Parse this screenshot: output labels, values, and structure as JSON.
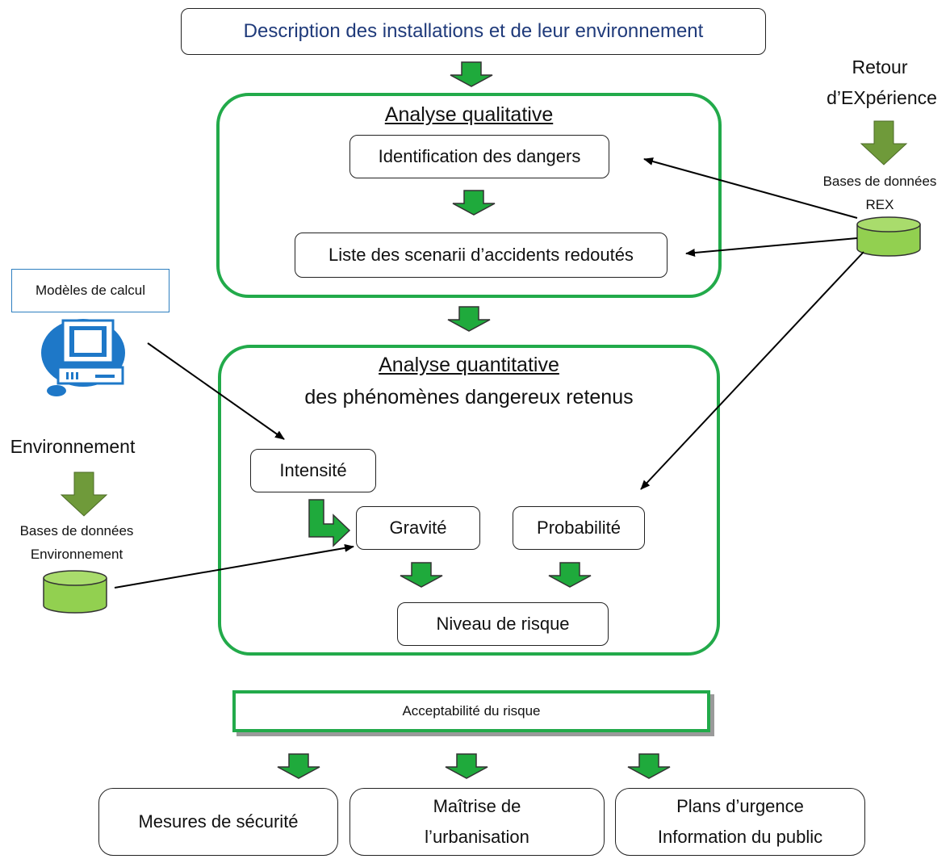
{
  "description": "Description des installations et de leur environnement",
  "qualitative": {
    "title": "Analyse qualitative",
    "identification": "Identification des dangers",
    "scenarios": "Liste des scenarii d’accidents redoutés"
  },
  "rex": {
    "title_line1": "Retour",
    "title_line2": "d’EXpérience",
    "db_line1": "Bases de données",
    "db_line2": "REX"
  },
  "models": {
    "label": "Modèles de calcul",
    "icon": "computer-icon"
  },
  "environment": {
    "title": "Environnement",
    "db_line1": "Bases de données",
    "db_line2": "Environnement"
  },
  "quantitative": {
    "title": "Analyse quantitative",
    "subtitle": "des phénomènes dangereux retenus",
    "intensite": "Intensité",
    "gravite": "Gravité",
    "probabilite": "Probabilité",
    "niveau": "Niveau de risque"
  },
  "acceptability": "Acceptabilité du risque",
  "outcomes": {
    "mesures": "Mesures de sécurité",
    "maitrise_line1": "Maîtrise de",
    "maitrise_line2": "l’urbanisation",
    "plans_line1": "Plans d’urgence",
    "plans_line2": "Information du public"
  },
  "colors": {
    "green_frame": "#22aa4a",
    "green_arrow": "#1faa3c",
    "olive_arrow": "#6f9a3a",
    "db_fill": "#92d050",
    "title_blue": "#1f3a7a",
    "icon_blue": "#1e78c8"
  }
}
